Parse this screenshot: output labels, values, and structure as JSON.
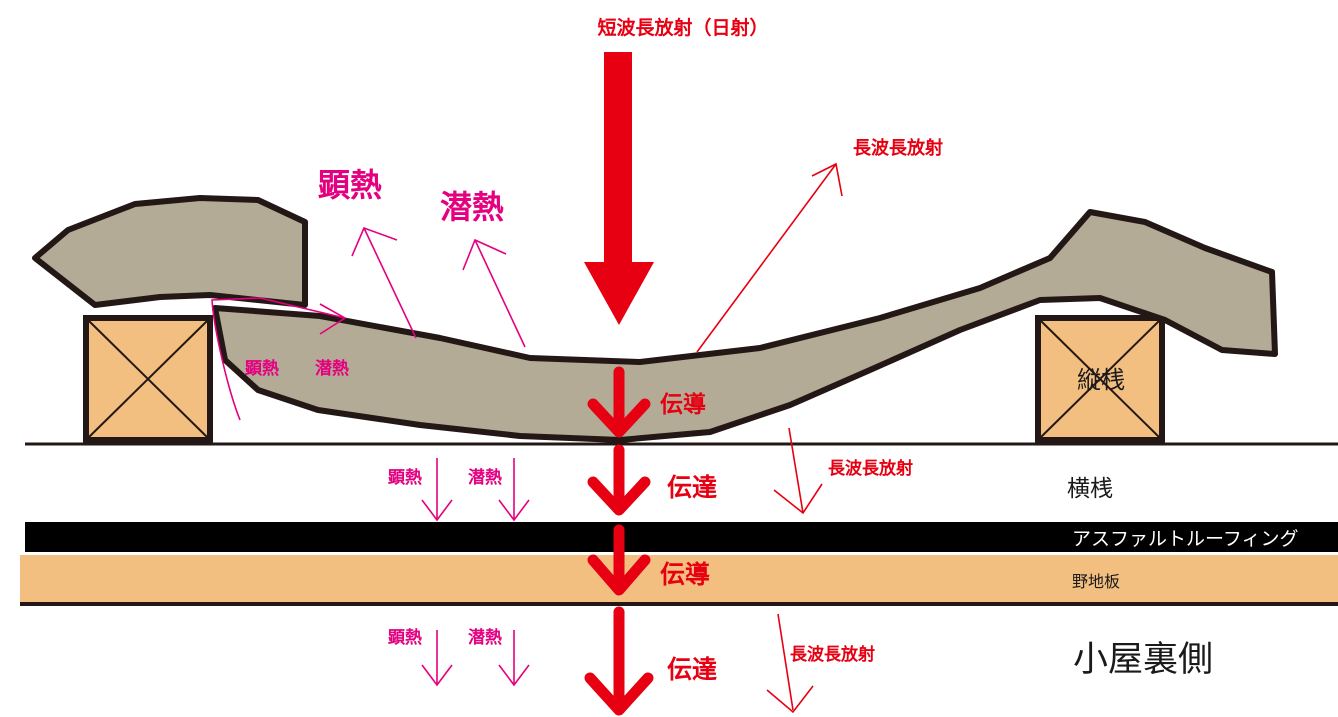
{
  "colors": {
    "red": "#e60012",
    "pink": "#e4007f",
    "tile": "#b3ab96",
    "wood": "#f3bf80",
    "roofing": "#000000",
    "outline": "#231815"
  },
  "labels": {
    "shortwave": "短波長放射（日射）",
    "longwave_top": "長波長放射",
    "sensible_big": "顕熱",
    "latent_big": "潜熱",
    "sensible_gap": "顕熱",
    "latent_gap": "潜熱",
    "conduction_tile": "伝導",
    "transfer_air": "伝達",
    "longwave_air": "長波長放射",
    "sensible_air": "顕熱",
    "latent_air": "潜熱",
    "batten_vertical": "縦桟",
    "batten_horizontal": "横桟",
    "roofing_layer": "アスファルトルーフィング",
    "sheathing_layer": "野地板",
    "conduction_board": "伝導",
    "sensible_attic": "顕熱",
    "latent_attic": "潜熱",
    "transfer_attic": "伝達",
    "longwave_attic": "長波長放射",
    "attic_side": "小屋裏側"
  }
}
